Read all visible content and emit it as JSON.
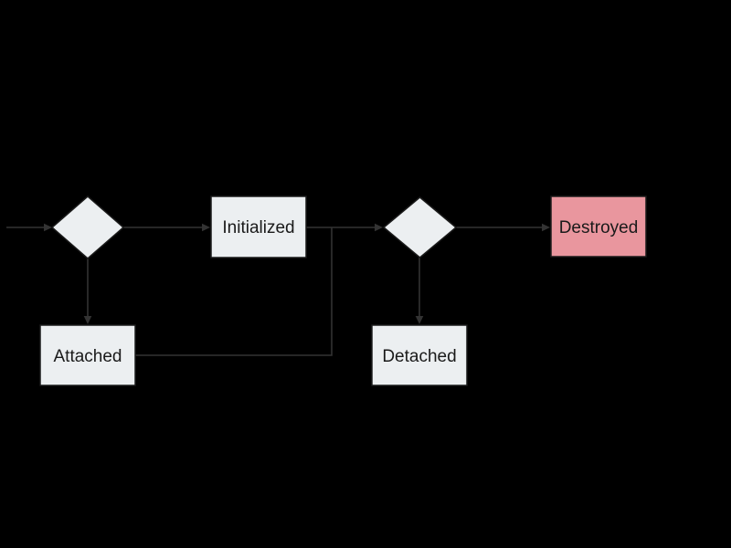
{
  "diagram": {
    "colors": {
      "background": "#000000",
      "edge": "#333333",
      "node_fill": "#eceff1",
      "node_stroke": "#1a1a1a",
      "text": "#1a1a1a",
      "destroyed_fill": "#e9969e"
    },
    "nodes": {
      "decision1": {
        "shape": "diamond",
        "label": ""
      },
      "initialized": {
        "shape": "rect",
        "label": "Initialized"
      },
      "attached": {
        "shape": "rect",
        "label": "Attached"
      },
      "decision2": {
        "shape": "diamond",
        "label": ""
      },
      "detached": {
        "shape": "rect",
        "label": "Detached"
      },
      "destroyed": {
        "shape": "rect",
        "label": "Destroyed"
      }
    },
    "edges": [
      {
        "from": "offscreen-left",
        "to": "decision1",
        "arrow": true
      },
      {
        "from": "decision1",
        "to": "initialized",
        "arrow": true
      },
      {
        "from": "decision1",
        "to": "attached",
        "arrow": true
      },
      {
        "from": "initialized",
        "to": "decision2",
        "arrow": true
      },
      {
        "from": "attached",
        "to": "decision2",
        "arrow": false,
        "note": "elbow merging into initialized-to-decision2 line"
      },
      {
        "from": "decision2",
        "to": "destroyed",
        "arrow": true
      },
      {
        "from": "decision2",
        "to": "detached",
        "arrow": true
      }
    ]
  }
}
